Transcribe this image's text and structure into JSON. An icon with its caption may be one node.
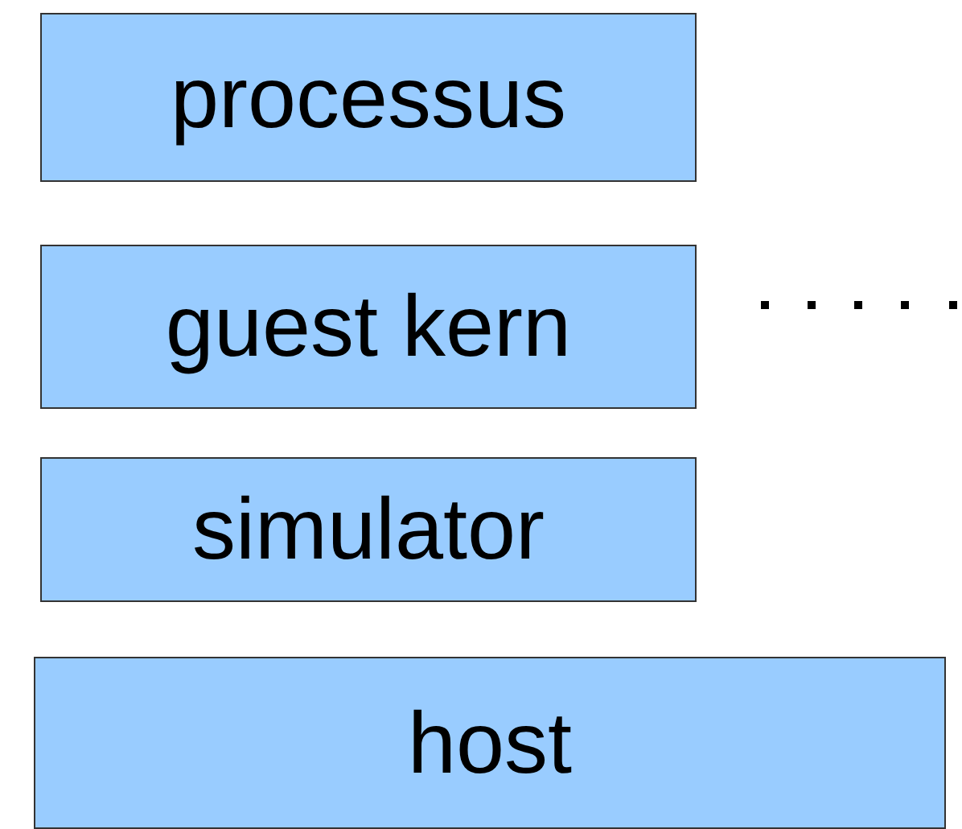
{
  "diagram": {
    "nodes": [
      {
        "text": [
          "processus"
        ]
      },
      {
        "text": [
          "guest kern"
        ]
      },
      {
        "text": [
          "simulator"
        ]
      },
      {
        "text": [
          "host"
        ]
      }
    ]
  }
}
